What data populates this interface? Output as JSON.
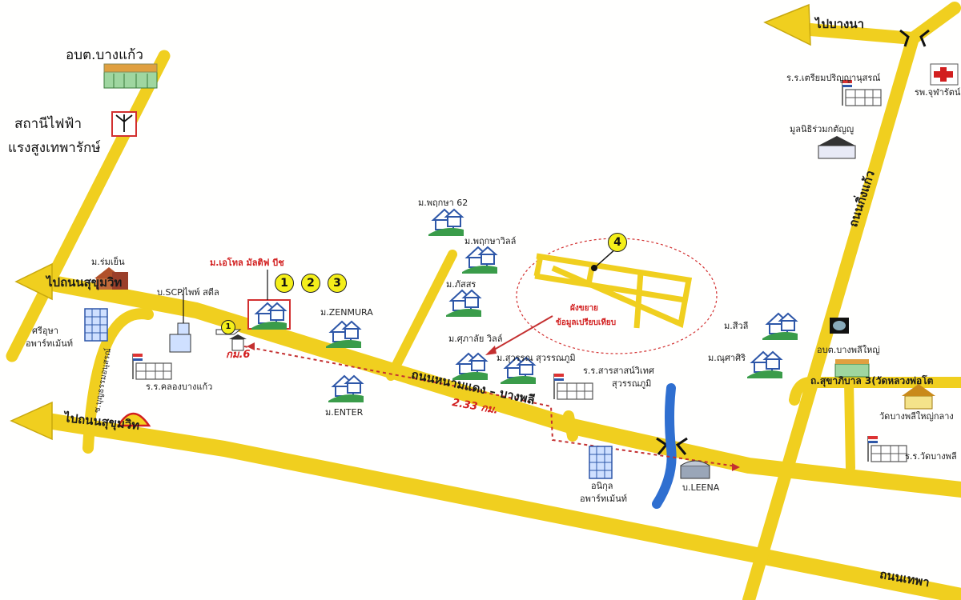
{
  "roads": {
    "sukhumvit_upper": "ไปถนนสุขุมวิท",
    "sukhumvit_lower": "ไปถนนสุขุมวิท",
    "bang_na": "ไปบางนา",
    "nam_daeng": "ถนนหนามแดง – บางพลี",
    "king_kaeo": "ถนนกิ่งแก้ว",
    "sukhaphiban": "ถ.สุขาภิบาล 3(วัดหลวงพ่อโต",
    "thep": "ถนนเทพา",
    "soi": "ซ.บุญธรรมอนุสรณ์"
  },
  "distances": {
    "km6": "กม.6",
    "main": "2.33 กม."
  },
  "markers": [
    "1",
    "2",
    "3",
    "4",
    "1"
  ],
  "highlight": {
    "project": "ม.เอโทล มัลติฟ บีช",
    "area_note_1": "ผังขยาย",
    "area_note_2": "ข้อมูลเปรียบเทียบ"
  },
  "places": {
    "abt_bangkaeo": "อบต.บางแก้ว",
    "substation_1": "สถานีไฟฟ้า",
    "substation_2": "แรงสูงเทพารักษ์",
    "rom_yen": "ม.ร่มเย็น",
    "sri_usa_1": "ศรีอุษา",
    "sri_usa_2": "อพาร์ทเม้นท์",
    "scp": "บ.SCP.ไพพ์ สตีล",
    "school_khlong": "ร.ร.คลองบางแก้ว",
    "zenmura": "ม.ZENMURA",
    "enter": "ม.ENTER",
    "pruksa62": "ม.พฤกษา 62",
    "pruksa_ville": "ม.พฤกษาวิลล์",
    "phatsorn": "ม.ภัสสร",
    "supalai": "ม.ศุภาลัย วิลล์",
    "suwan": "ม.สุวรรณ สุวรรณภูมิ",
    "school_sarasas_1": "ร.ร.สารสาสน์วิเทศ",
    "school_sarasas_2": "สุวรรณภูมิ",
    "anikul_1": "อนิกุล",
    "anikul_2": "อพาร์ทเม้นท์",
    "leena": "บ.LEENA",
    "siwali": "ม.สีวลี",
    "nusasiri": "ม.ณุศาศิริ",
    "abt_bangphli": "อบต.บางพลีใหญ่",
    "wat_bangphli": "วัดบางพลีใหญ่กลาง",
    "school_wat_bangphli": "ร.ร.วัดบางพลี",
    "school_triam": "ร.ร.เตรียมปริญญานุสรณ์",
    "hospital": "รพ.จุฬารัตน์",
    "foundation": "มูลนิธิร่วมกตัญญู"
  },
  "colors": {
    "road": "#f0cf1f",
    "road_edge": "#c8a80e",
    "house": "#2e57a8",
    "lawn": "#3a9c4a",
    "route": "#c43030",
    "river": "#2f6fd0"
  }
}
